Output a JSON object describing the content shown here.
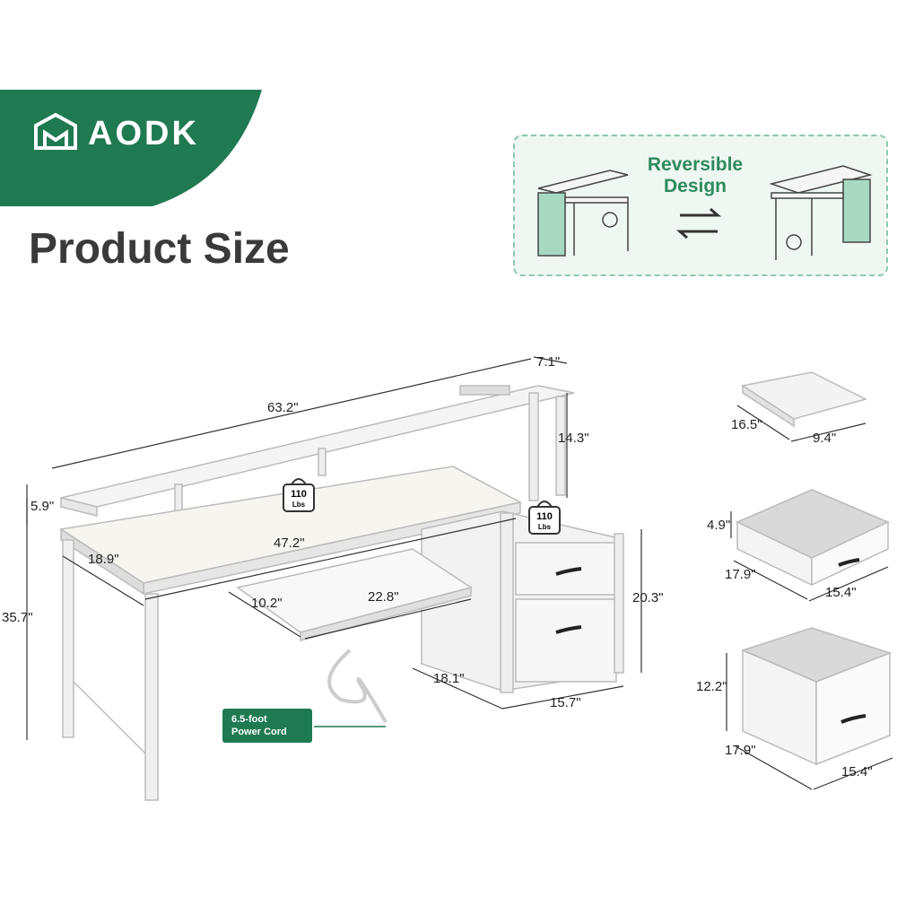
{
  "brand": {
    "name": "AODK",
    "color": "#1f7a52"
  },
  "page_title": "Product Size",
  "reversible": {
    "title_line1": "Reversible",
    "title_line2": "Design"
  },
  "desk_dims": {
    "total_width": "63.2\"",
    "hutch_depth": "7.1\"",
    "hutch_height": "14.3\"",
    "shelf_gap": "5.9\"",
    "desk_depth": "18.9\"",
    "desk_width": "47.2\"",
    "total_height": "35.7\"",
    "tray_depth": "10.2\"",
    "tray_width": "22.8\"",
    "cabinet_height": "20.3\"",
    "cabinet_depth": "18.1\"",
    "cabinet_width": "15.7\""
  },
  "load_badges": {
    "value": "110",
    "unit": "Lbs"
  },
  "power_cord": {
    "line1": "6.5-foot",
    "line2": "Power Cord"
  },
  "shelf_part": {
    "width": "16.5\"",
    "depth": "9.4\""
  },
  "small_drawer": {
    "height": "4.9\"",
    "width": "17.9\"",
    "depth": "15.4\""
  },
  "large_drawer": {
    "height": "12.2\"",
    "width": "17.9\"",
    "depth": "15.4\""
  }
}
